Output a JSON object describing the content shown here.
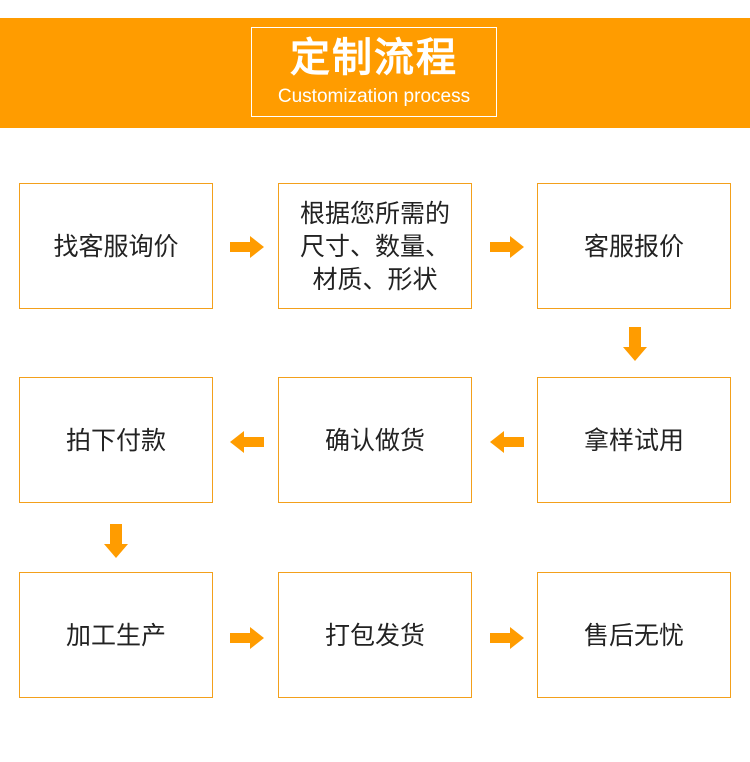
{
  "header": {
    "title": "定制流程",
    "subtitle": "Customization process",
    "background_color": "#ff9c00"
  },
  "accent_color": "#f3a01b",
  "arrow_color": "#ff9c00",
  "steps": [
    {
      "label": "找客服询价"
    },
    {
      "label": "根据您所需的\n尺寸、数量、\n材质、形状"
    },
    {
      "label": "客服报价"
    },
    {
      "label": "拿样试用"
    },
    {
      "label": "确认做货"
    },
    {
      "label": "拍下付款"
    },
    {
      "label": "加工生产"
    },
    {
      "label": "打包发货"
    },
    {
      "label": "售后无忧"
    }
  ],
  "arrows": [
    "arrow-right-icon",
    "arrow-right-icon",
    "arrow-down-icon",
    "arrow-left-icon",
    "arrow-left-icon",
    "arrow-down-icon",
    "arrow-right-icon",
    "arrow-right-icon"
  ]
}
